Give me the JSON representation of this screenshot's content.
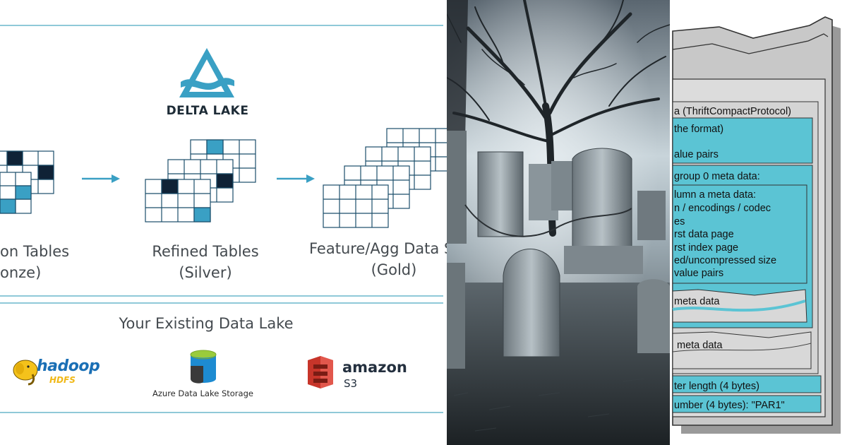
{
  "delta_panel": {
    "logo_text": "DELTA LAKE",
    "tables": [
      {
        "label_line1": "on Tables",
        "label_line2": "onze)"
      },
      {
        "label_line1": "Refined Tables",
        "label_line2": "(Silver)"
      },
      {
        "label_line1": "Feature/Agg Data S",
        "label_line2": "(Gold)"
      }
    ],
    "existing_lake_label": "Your Existing Data Lake",
    "storage": [
      {
        "name": "hadoop_word",
        "text": "hadoop"
      },
      {
        "name": "hadoop_sub",
        "text": "HDFS"
      },
      {
        "name": "azure",
        "text": "Azure Data Lake Storage"
      },
      {
        "name": "amazon_word",
        "text": "amazon"
      },
      {
        "name": "amazon_sub",
        "text": "S3"
      }
    ]
  },
  "parquet_panel": {
    "lines": [
      "a (ThriftCompactProtocol)",
      "the format)",
      "alue pairs",
      "group 0 meta data:",
      "lumn a meta data:",
      "n / encodings / codec",
      "es",
      "rst data page",
      "rst index page",
      "ed/uncompressed size",
      "value pairs",
      "meta data",
      "meta data",
      "ter length (4 bytes)",
      "umber (4 bytes): \"PAR1\""
    ]
  },
  "colors": {
    "delta_teal": "#3aa0c4",
    "grid_dark": "#0f2236",
    "grid_cyan": "#3aa0c4",
    "rule_blue": "#8fc9d8",
    "parquet_cyan": "#5bc4d4",
    "parquet_gray": "#c8c8c8"
  }
}
